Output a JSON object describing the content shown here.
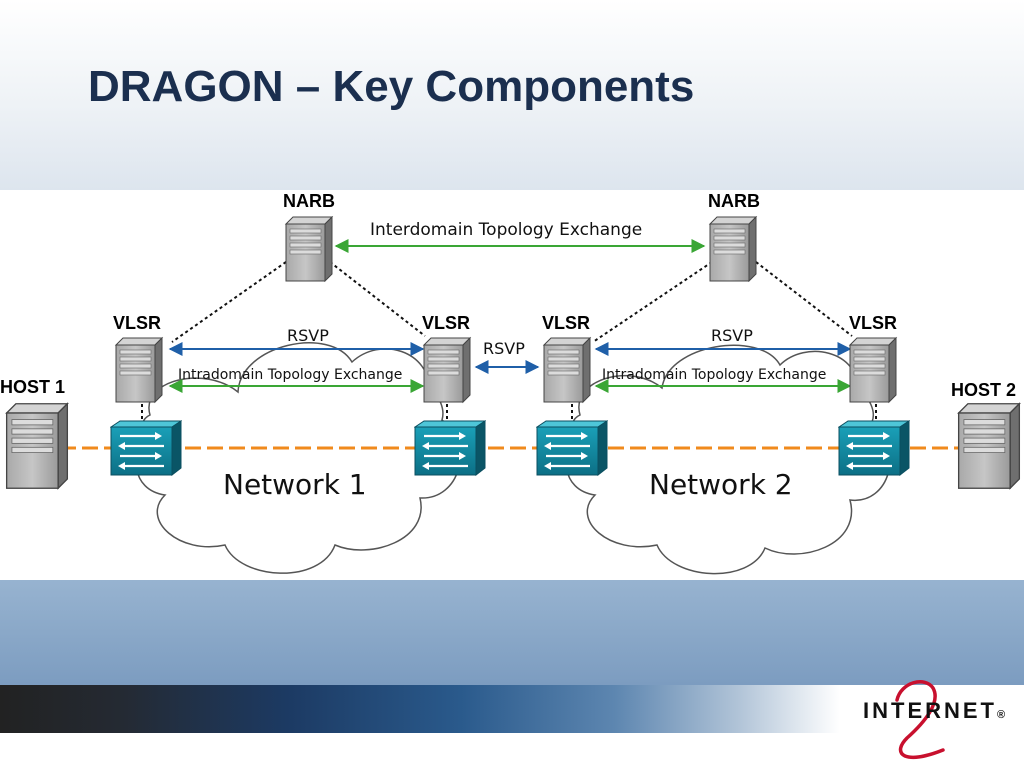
{
  "title": "DRAGON – Key Components",
  "diagram": {
    "narb_left": "NARB",
    "narb_right": "NARB",
    "vlsr_1": "VLSR",
    "vlsr_2": "VLSR",
    "vlsr_3": "VLSR",
    "vlsr_4": "VLSR",
    "host_1": "HOST 1",
    "host_2": "HOST 2",
    "interdomain": "Interdomain Topology Exchange",
    "rsvp_net1": "RSVP",
    "rsvp_between": "RSVP",
    "rsvp_net2": "RSVP",
    "intradomain_net1": "Intradomain Topology Exchange",
    "intradomain_net2": "Intradomain Topology Exchange",
    "network_1": "Network 1",
    "network_2": "Network 2"
  },
  "logo": {
    "text": "INTERNET",
    "mark": "®",
    "numeral": "2"
  },
  "colors": {
    "title": "#1b2f4f",
    "blue_arrow": "#1f5fa8",
    "green_arrow": "#3aa635",
    "orange_link": "#f08a1c",
    "logo_red": "#c8102e"
  }
}
